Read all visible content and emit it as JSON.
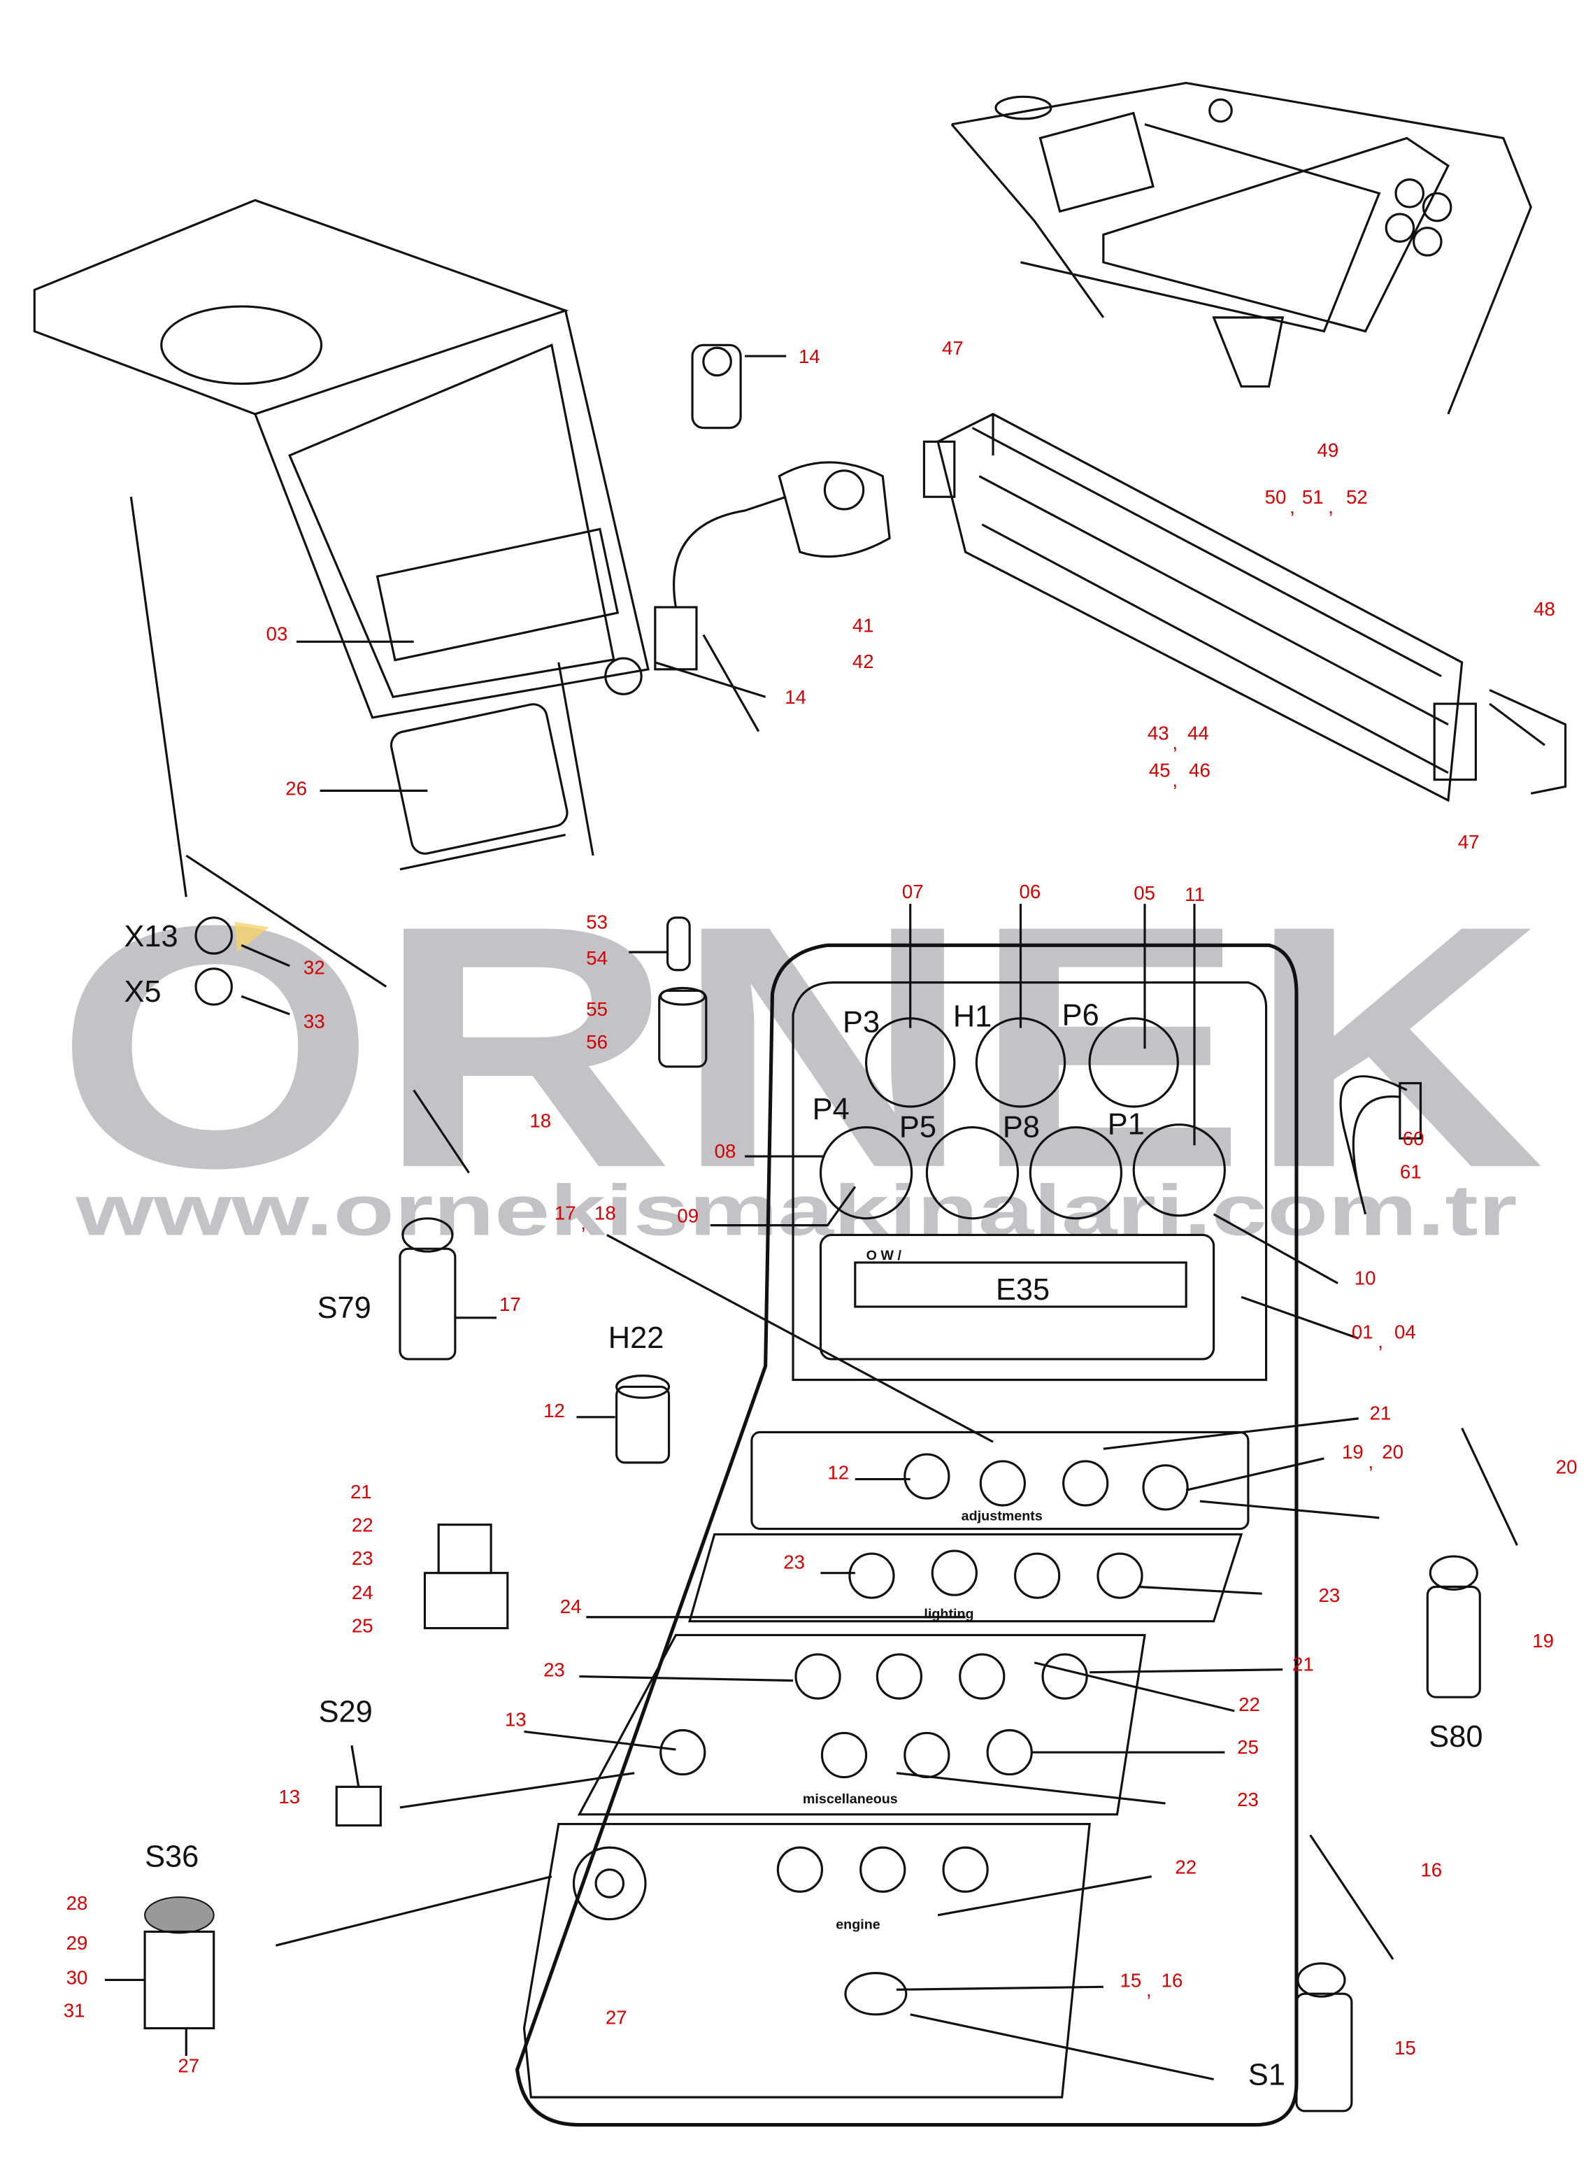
{
  "watermark": {
    "brand": "ORNEK",
    "url": "www.ornekismakinalari.com.tr"
  },
  "callouts": [
    "14",
    "47",
    "49",
    "50",
    ",",
    "51",
    ",",
    "52",
    "48",
    "41",
    "42",
    "03",
    "14",
    "43",
    ",",
    "44",
    "45",
    ",",
    "46",
    "26",
    "47",
    "07",
    "06",
    "05",
    "11",
    "53",
    "54",
    "32",
    "33",
    "55",
    "56",
    "18",
    "60",
    "08",
    "61",
    "17",
    ",",
    "18",
    "09",
    "10",
    "17",
    "01",
    ",",
    "04",
    "12",
    "21",
    "19",
    ",",
    "20",
    "20",
    "12",
    "21",
    "22",
    "23",
    "23",
    "24",
    "23",
    "24",
    "25",
    "19",
    "21",
    "23",
    "22",
    "13",
    "25",
    "13",
    "23",
    "22",
    "16",
    "28",
    "29",
    "15",
    ",",
    "16",
    "30",
    "31",
    "27",
    "15",
    "27"
  ],
  "designators": [
    "X13",
    "X5",
    "P3",
    "H1",
    "P6",
    "P4",
    "P5",
    "P8",
    "P1",
    "S79",
    "H22",
    "S80",
    "S29",
    "S36",
    "S1"
  ],
  "display": {
    "text": "E35",
    "brand": "O W /"
  },
  "panels": {
    "adjustments": "adjustments",
    "lighting": "lighting",
    "miscellaneous": "miscellaneous",
    "engine": "engine"
  },
  "colors": {
    "callout": "#d40000",
    "watermark": "#b5b3b8"
  }
}
